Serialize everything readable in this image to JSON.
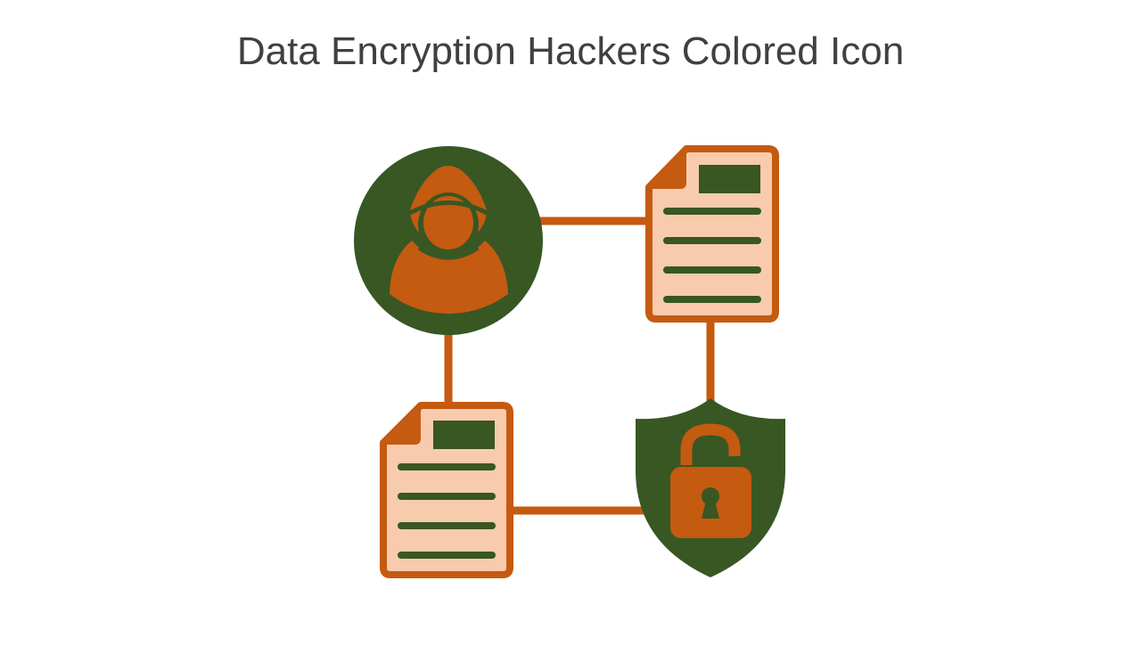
{
  "header": {
    "title": "Data Encryption Hackers Colored Icon"
  },
  "icon": {
    "name": "data-encryption-hackers",
    "style": "colored",
    "colors": {
      "orange": "#C55A11",
      "green": "#385723",
      "peach": "#F8CBAD",
      "background": "#FFFFFF",
      "title_text": "#404040"
    },
    "elements": [
      {
        "id": "hacker",
        "shape": "circle",
        "label": "hooded-hacker"
      },
      {
        "id": "document-top-right",
        "shape": "document",
        "lines": 4
      },
      {
        "id": "document-bottom-left",
        "shape": "document",
        "lines": 4
      },
      {
        "id": "shield-lock",
        "shape": "shield",
        "label": "unlocked-padlock"
      }
    ],
    "connections": [
      [
        "hacker",
        "document-top-right"
      ],
      [
        "hacker",
        "document-bottom-left"
      ],
      [
        "document-top-right",
        "shield-lock"
      ],
      [
        "document-bottom-left",
        "shield-lock"
      ]
    ]
  }
}
